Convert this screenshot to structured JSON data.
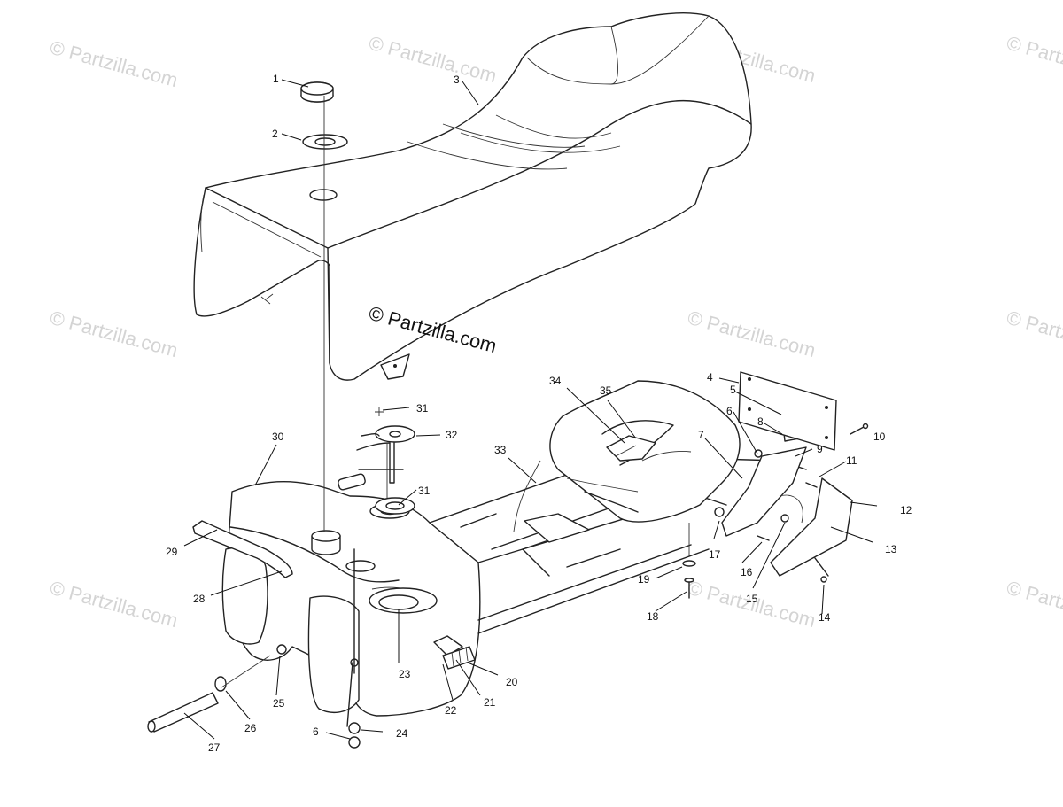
{
  "watermark": {
    "main_text": "© Partzilla.com",
    "faint_text": "© Partzilla.com"
  },
  "callouts": [
    "1",
    "2",
    "3",
    "4",
    "5",
    "6",
    "7",
    "8",
    "9",
    "10",
    "11",
    "12",
    "13",
    "14",
    "15",
    "16",
    "17",
    "18",
    "19",
    "20",
    "21",
    "22",
    "23",
    "24",
    "25",
    "26",
    "27",
    "28",
    "29",
    "30",
    "31",
    "31",
    "32",
    "33",
    "34",
    "35",
    "6"
  ],
  "colors": {
    "line": "#222222",
    "background": "#ffffff",
    "watermark": "#d4d4d4"
  }
}
